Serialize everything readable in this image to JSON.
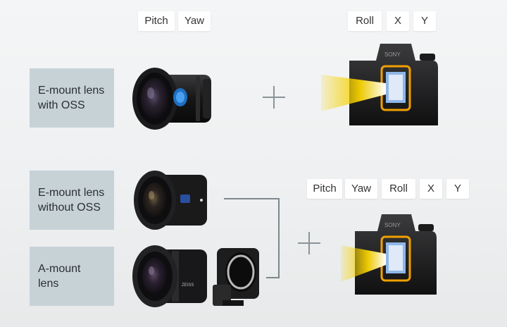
{
  "top_row": {
    "body_axes": [
      "Pitch",
      "Yaw"
    ],
    "lens_axes": [
      "Roll",
      "X",
      "Y"
    ],
    "label_line1": "E-mount lens",
    "label_line2": "with OSS"
  },
  "bottom_row": {
    "body_axes": [
      "Pitch",
      "Yaw",
      "Roll",
      "X",
      "Y"
    ],
    "label_a_line1": "E-mount lens",
    "label_a_line2": "without OSS",
    "label_b_line1": "A-mount",
    "label_b_line2": "lens"
  },
  "colors": {
    "label_bg": "#c7d2d7",
    "sensor_frame": "#f0a000",
    "light_beam": "#f7d200"
  }
}
